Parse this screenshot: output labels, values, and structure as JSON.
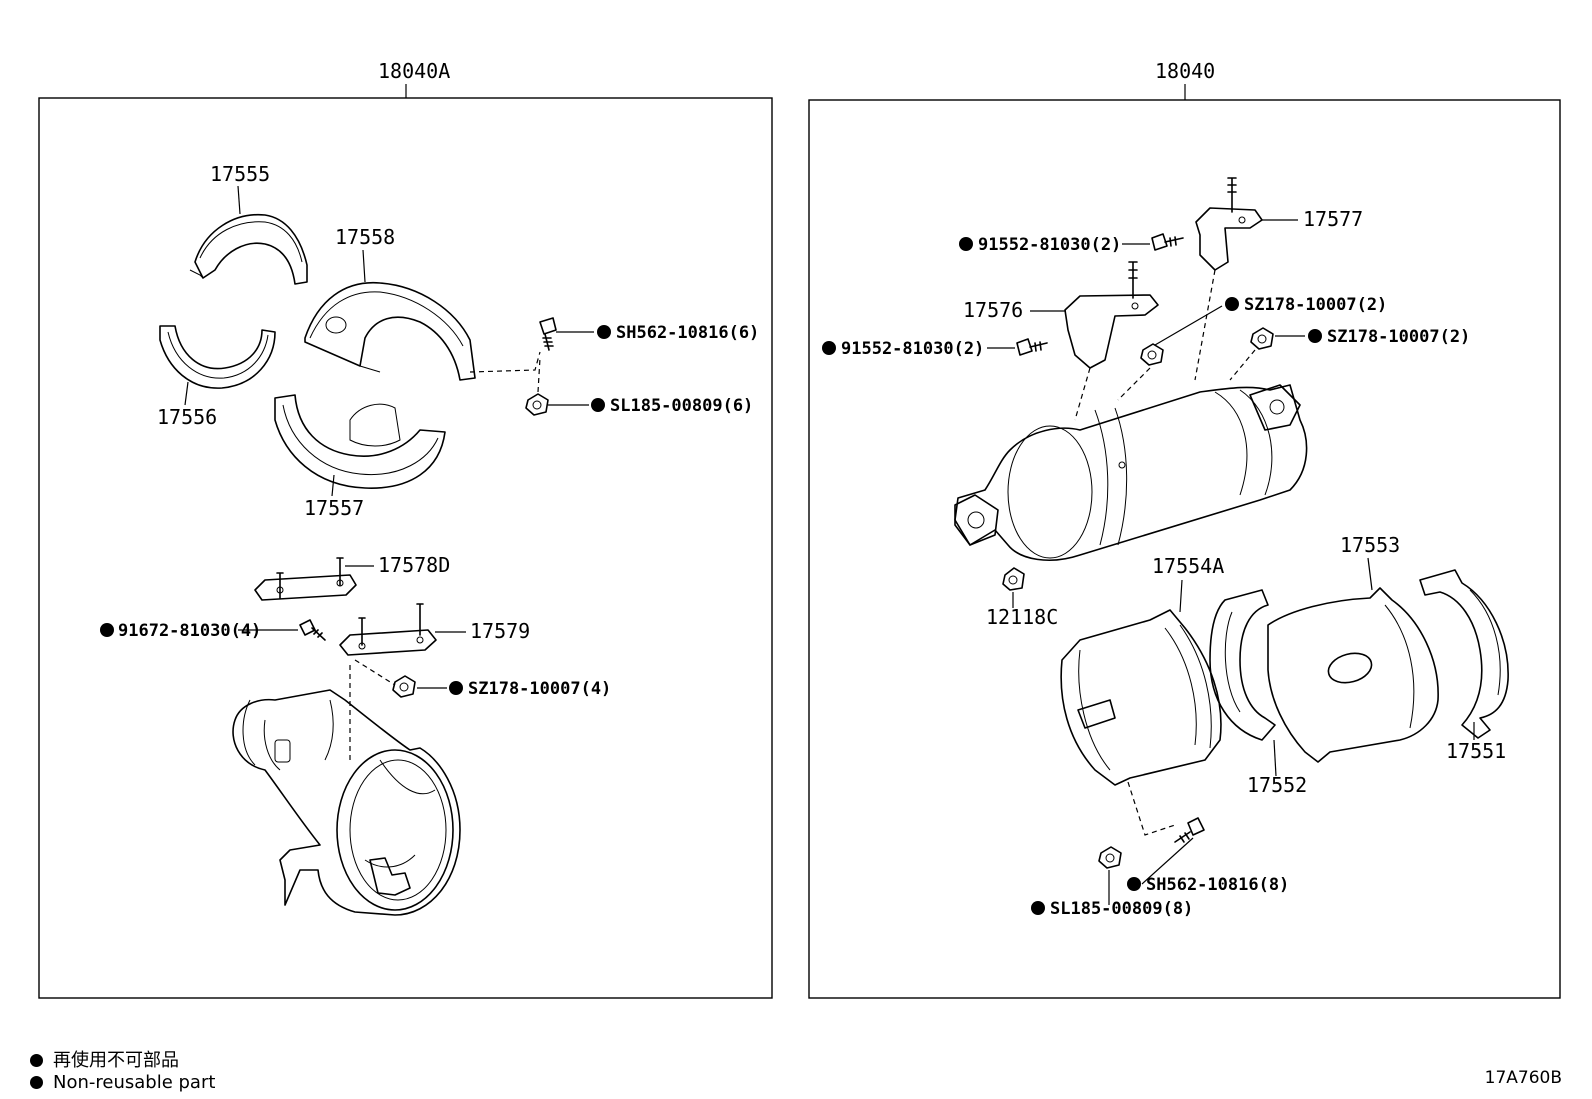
{
  "assemblies": {
    "left": {
      "number": "18040A"
    },
    "right": {
      "number": "18040"
    }
  },
  "left_parts": {
    "p17555": "17555",
    "p17558": "17558",
    "p17556": "17556",
    "p17557": "17557",
    "p17578d": "17578D",
    "p17579": "17579"
  },
  "left_fasteners": {
    "sh562": "SH562-10816(6)",
    "sl185": "SL185-00809(6)",
    "f91672": "91672-81030(4)",
    "sz178": "SZ178-10007(4)"
  },
  "right_parts": {
    "p17577": "17577",
    "p17576": "17576",
    "p12118c": "12118C",
    "p17554a": "17554A",
    "p17553": "17553",
    "p17551": "17551",
    "p17552": "17552"
  },
  "right_fasteners": {
    "f91552_top": "91552-81030(2)",
    "f91552_mid": "91552-81030(2)",
    "sz178_a": "SZ178-10007(2)",
    "sz178_b": "SZ178-10007(2)",
    "sh562": "SH562-10816(8)",
    "sl185": "SL185-00809(8)"
  },
  "legend": {
    "line1": "再使用不可部品",
    "line2": "Non-reusable part"
  },
  "diagram_code": "17A760B",
  "symbols": {
    "non_reusable": "filled-circle-icon"
  }
}
